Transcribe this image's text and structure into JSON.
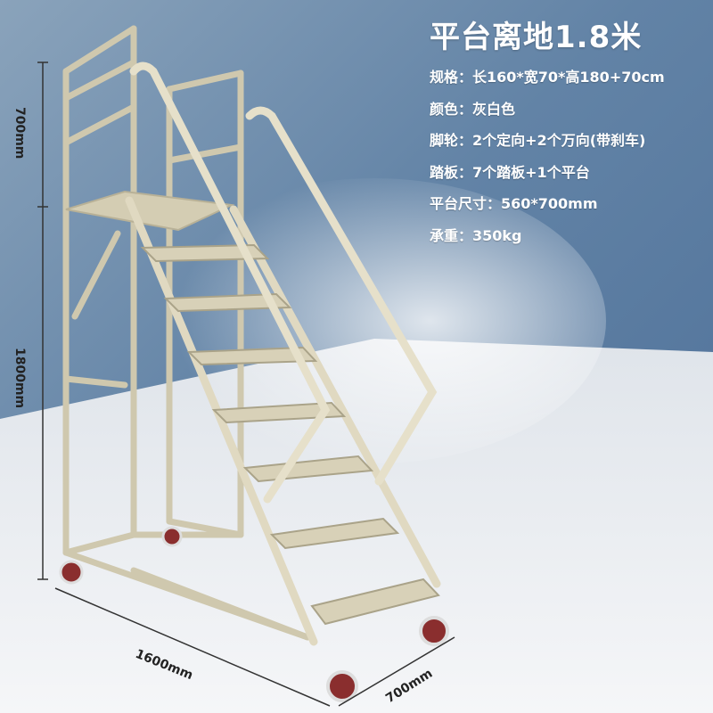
{
  "title": "平台离地1.8米",
  "specs": [
    {
      "label": "规格：",
      "value": "长160*宽70*高180+70cm"
    },
    {
      "label": "颜色：",
      "value": "灰白色"
    },
    {
      "label": "脚轮：",
      "value": "2个定向+2个万向(带刹车)"
    },
    {
      "label": "踏板：",
      "value": "7个踏板+1个平台"
    },
    {
      "label": "平台尺寸：",
      "value": "560*700mm"
    },
    {
      "label": "承重：",
      "value": "350kg"
    }
  ],
  "dimensions": {
    "guard_height": "700mm",
    "platform_height": "1800mm",
    "length": "1600mm",
    "width": "700mm"
  },
  "colors": {
    "frame": "#e3ddc6",
    "frame_shadow": "#b9b29a",
    "wheel": "#8a2e2e",
    "background": "#5b7ea5"
  }
}
